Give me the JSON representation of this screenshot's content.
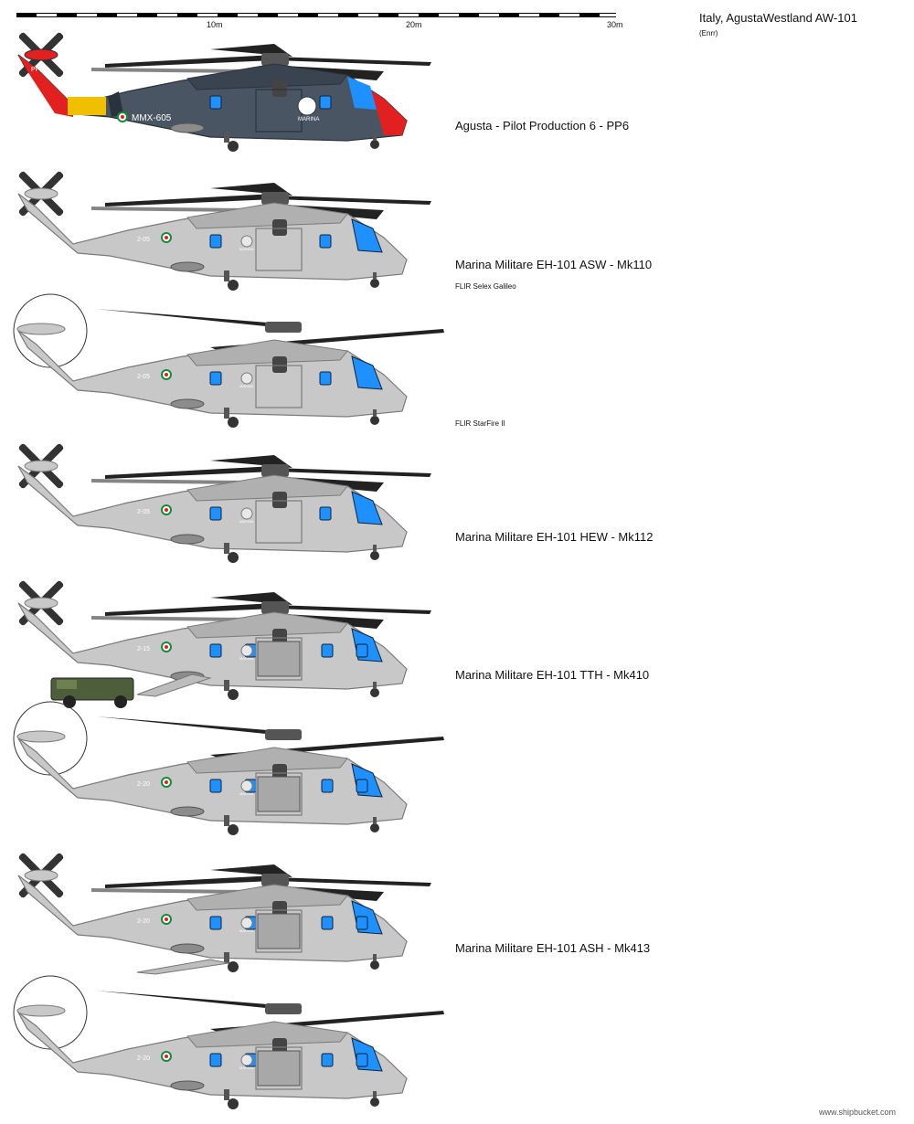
{
  "title": "Italy, AgustaWestland AW-101",
  "author": "(Enrr)",
  "footer": "www.shipbucket.com",
  "scale": {
    "ticks": [
      "10m",
      "20m",
      "30m"
    ]
  },
  "rows": [
    {
      "label": "Agusta - Pilot Production 6 - PP6",
      "sublabel": "",
      "variant": "pp6",
      "tail_text": "PP6",
      "serial": "MMX-605",
      "badge": "MARINA"
    },
    {
      "label": "Marina Militare EH-101 ASW - Mk110",
      "sublabel": "FLIR Selex Galileo",
      "variant": "asw",
      "serial": "2-05",
      "badge": "MARINA"
    },
    {
      "label": "",
      "sublabel": "FLIR StarFire II",
      "variant": "asw-folded",
      "serial": "2-05",
      "badge": "MARINA"
    },
    {
      "label": "Marina Militare EH-101 HEW - Mk112",
      "sublabel": "",
      "variant": "hew",
      "serial": "2-05",
      "badge": "MARINA"
    },
    {
      "label": "Marina Militare EH-101 TTH - Mk410",
      "sublabel": "",
      "variant": "tth",
      "serial": "2-15",
      "badge": "MARINA"
    },
    {
      "label": "",
      "sublabel": "",
      "variant": "tth-folded",
      "serial": "2-20",
      "badge": "MARINA"
    },
    {
      "label": "Marina Militare EH-101 ASH - Mk413",
      "sublabel": "",
      "variant": "ash",
      "serial": "2-20",
      "badge": "MARINA"
    },
    {
      "label": "",
      "sublabel": "",
      "variant": "ash-folded",
      "serial": "2-20",
      "badge": "MARINA"
    }
  ],
  "colors": {
    "navy_grey": "#4a5563",
    "light_grey": "#c8c8c8",
    "window_blue": "#1e90ff",
    "rescue_red": "#e22020",
    "yellow": "#f0c000",
    "olive": "#4e5e3a"
  }
}
